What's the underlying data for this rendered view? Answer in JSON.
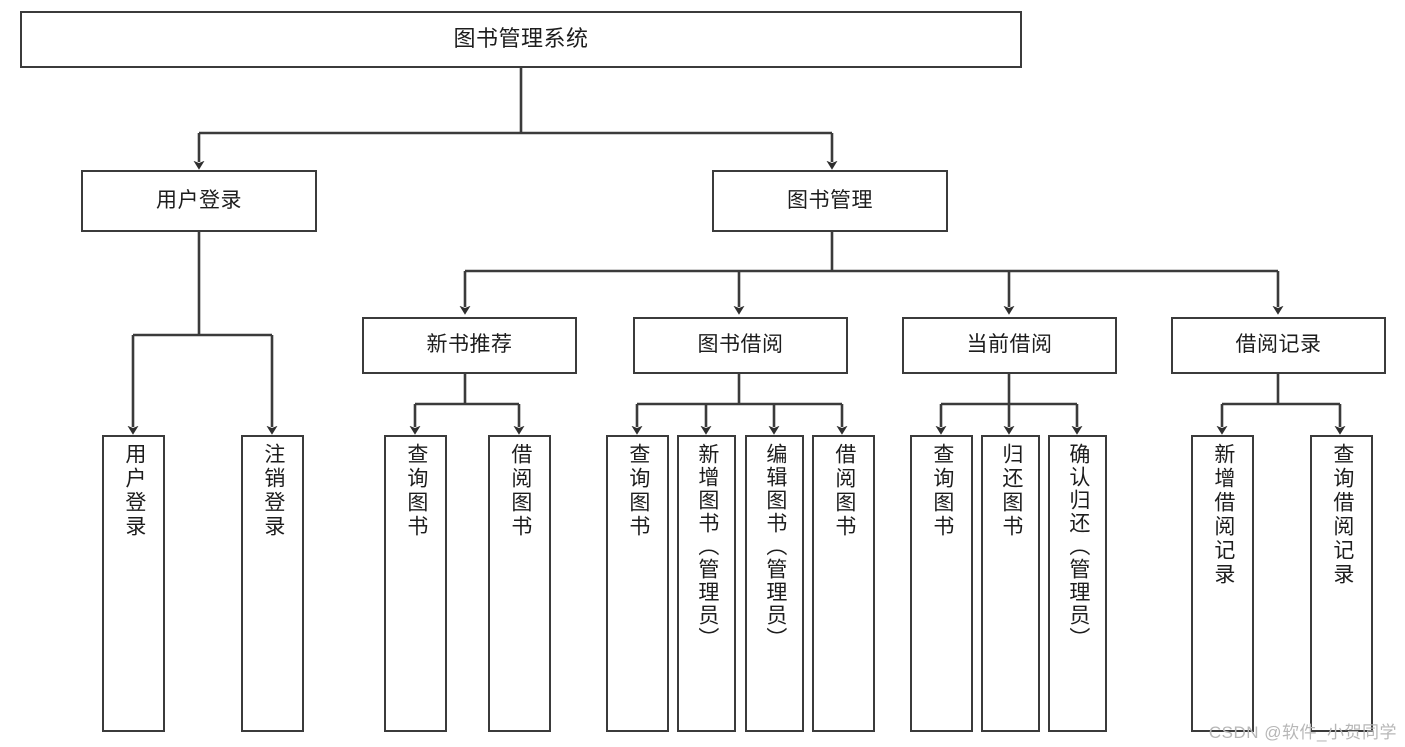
{
  "diagram": {
    "title": "图书管理系统",
    "watermark": "CSDN @软件_小贺同学",
    "line_color": "#3b3b3b",
    "box_fill": "#ffffff",
    "text_color": "#1d1d1d",
    "watermark_color": "#b7b7b7"
  },
  "root": {
    "label": "图书管理系统"
  },
  "level2": [
    {
      "label": "用户登录"
    },
    {
      "label": "图书管理"
    }
  ],
  "level3": [
    {
      "label": "新书推荐"
    },
    {
      "label": "图书借阅"
    },
    {
      "label": "当前借阅"
    },
    {
      "label": "借阅记录"
    }
  ],
  "leaves": {
    "user_login": [
      {
        "label": "用户登录"
      },
      {
        "label": "注销登录"
      }
    ],
    "new_book_recommend": [
      {
        "label": "查询图书"
      },
      {
        "label": "借阅图书"
      }
    ],
    "book_borrow": [
      {
        "label": "查询图书"
      },
      {
        "label": "新增图书（管理员）"
      },
      {
        "label": "编辑图书（管理员）"
      },
      {
        "label": "借阅图书"
      }
    ],
    "current_borrow": [
      {
        "label": "查询图书"
      },
      {
        "label": "归还图书"
      },
      {
        "label": "确认归还（管理员）"
      }
    ],
    "borrow_record": [
      {
        "label": "新增借阅记录"
      },
      {
        "label": "查询借阅记录"
      }
    ]
  }
}
